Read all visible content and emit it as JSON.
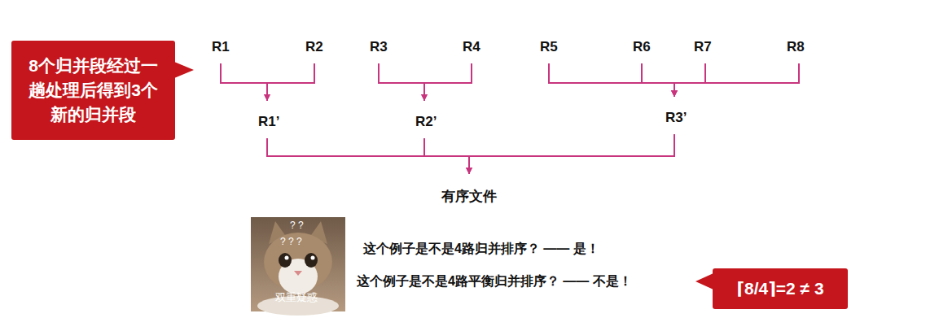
{
  "diagram": {
    "nodes": [
      {
        "text": [
          "8个归并段经过一趟处理后得到3个新的归并段"
        ]
      },
      {
        "text": [
          "R1"
        ]
      },
      {
        "text": [
          "R2"
        ]
      },
      {
        "text": [
          "R3"
        ]
      },
      {
        "text": [
          "R4"
        ]
      },
      {
        "text": [
          "R5"
        ]
      },
      {
        "text": [
          "R6"
        ]
      },
      {
        "text": [
          "R7"
        ]
      },
      {
        "text": [
          "R8"
        ]
      },
      {
        "text": [
          "R1’"
        ]
      },
      {
        "text": [
          "R2’"
        ]
      },
      {
        "text": [
          "R3’"
        ]
      },
      {
        "text": [
          "有序文件"
        ]
      },
      {
        "text": [
          "⌈8/4⌉=2 ≠ 3"
        ]
      }
    ],
    "edges": [
      {
        "from": 1,
        "to": 9,
        "arrow": "to"
      },
      {
        "from": 2,
        "to": 9,
        "arrow": "to"
      },
      {
        "from": 3,
        "to": 10,
        "arrow": "to"
      },
      {
        "from": 4,
        "to": 10,
        "arrow": "to"
      },
      {
        "from": 5,
        "to": 11,
        "arrow": "to"
      },
      {
        "from": 6,
        "to": 11,
        "arrow": "to"
      },
      {
        "from": 7,
        "to": 11,
        "arrow": "to"
      },
      {
        "from": 8,
        "to": 11,
        "arrow": "to"
      },
      {
        "from": 9,
        "to": 12,
        "arrow": "to"
      },
      {
        "from": 10,
        "to": 12,
        "arrow": "to"
      },
      {
        "from": 11,
        "to": 12,
        "arrow": "to"
      }
    ],
    "labels": [
      "? ?",
      "? ? ?",
      "双重疑惑",
      "这个例子是不是4路归并排序？ —— 是！",
      "这个例子是不是4路平衡归并排序？ —— 不是！"
    ]
  }
}
